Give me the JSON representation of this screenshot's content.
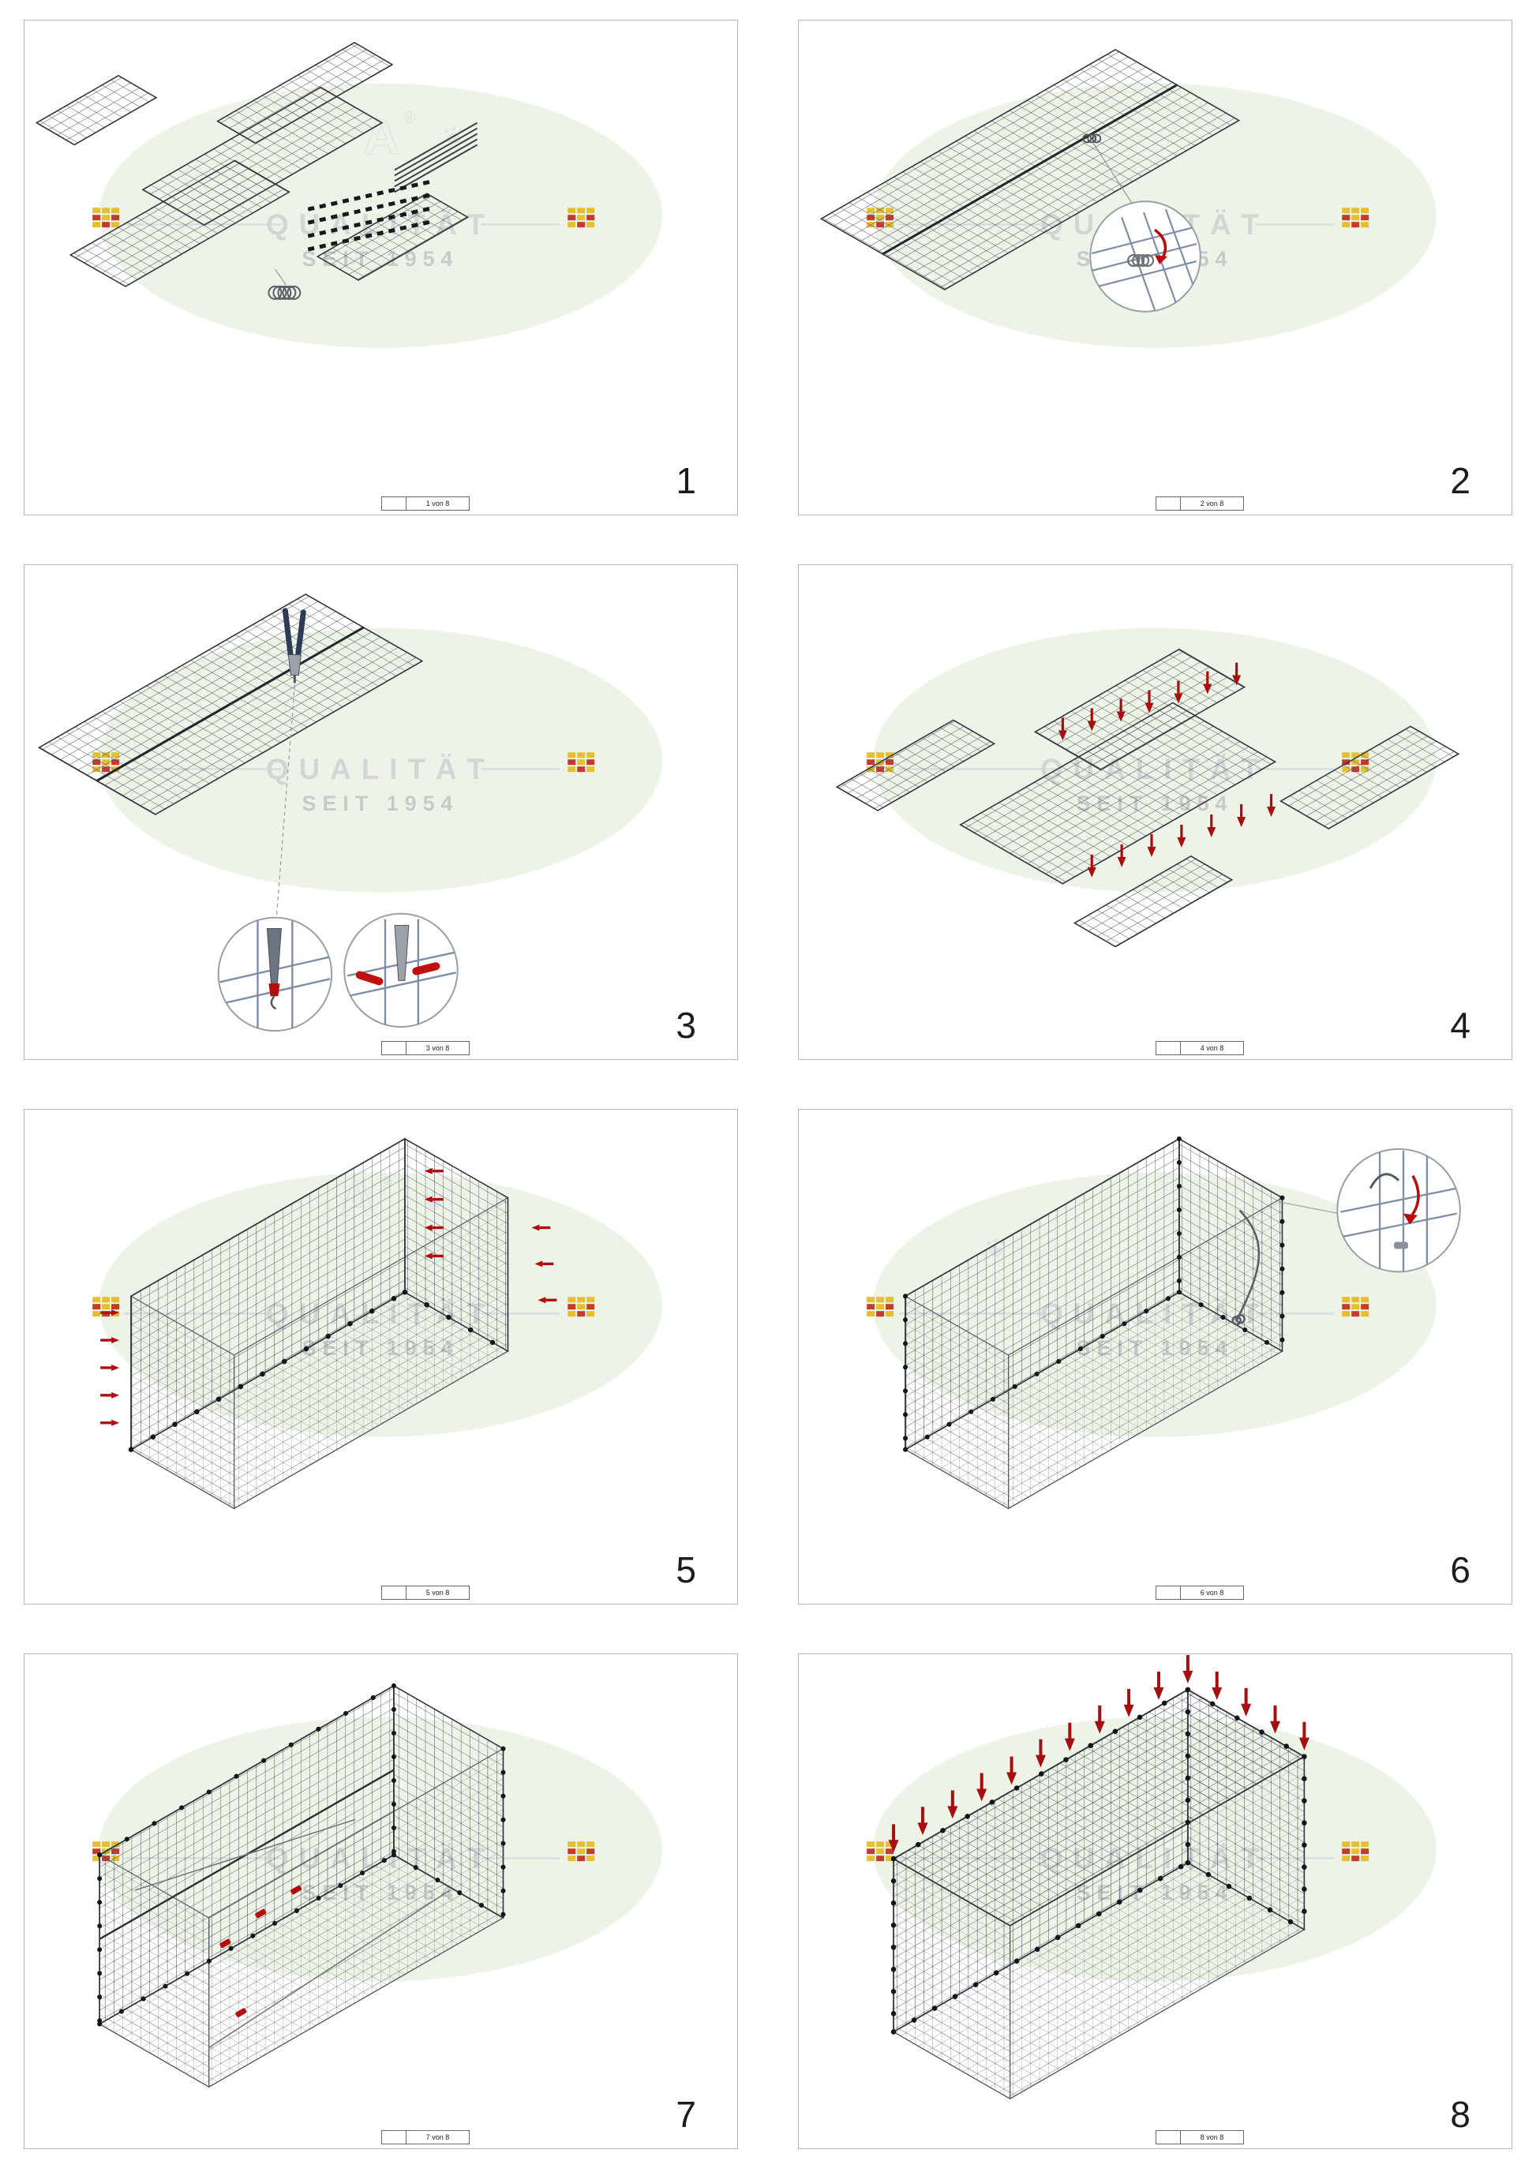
{
  "watermark": {
    "title": "QUALITÄT",
    "subtitle": "SEIT 1954",
    "registered": "®",
    "brand_letter": "A",
    "ellipse_color": "#edf4e7",
    "text_color": "#d5d5d5"
  },
  "colors": {
    "arrow_red": "#a50f0f",
    "mesh_dark": "#33383d",
    "detail_blue": "#7d8ea6",
    "logo_yellow": "#e3bf31",
    "logo_red": "#c23b2e"
  },
  "icons": {
    "spiral": "coil-shape",
    "press_arrow": "down-arrow",
    "clip_pin": "red-pin",
    "pliers": "fixing-pliers",
    "zoom": "detail-circle",
    "fastener": "dot"
  },
  "panels": [
    {
      "step": "1",
      "sheet": "1 von 8"
    },
    {
      "step": "2",
      "sheet": "2 von 8"
    },
    {
      "step": "3",
      "sheet": "3 von 8"
    },
    {
      "step": "4",
      "sheet": "4 von 8"
    },
    {
      "step": "5",
      "sheet": "5 von 8"
    },
    {
      "step": "6",
      "sheet": "6 von 8"
    },
    {
      "step": "7",
      "sheet": "7 von 8"
    },
    {
      "step": "8",
      "sheet": "8 von 8"
    }
  ]
}
